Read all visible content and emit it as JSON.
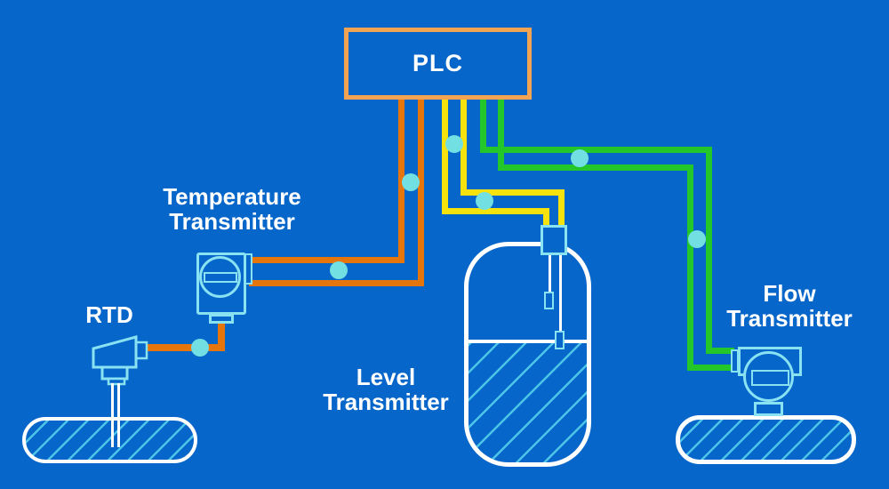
{
  "plc": {
    "label": "PLC"
  },
  "labels": {
    "temperature": {
      "line1": "Temperature",
      "line2": "Transmitter"
    },
    "rtd": {
      "line1": "RTD"
    },
    "level": {
      "line1": "Level",
      "line2": "Transmitter"
    },
    "flow": {
      "line1": "Flow",
      "line2": "Transmitter"
    }
  },
  "connections": [
    {
      "path": "Temperature Transmitter to PLC",
      "wire_color": "orange",
      "signal_dots": 2
    },
    {
      "path": "RTD to Temperature Transmitter",
      "wire_color": "orange",
      "signal_dots": 1
    },
    {
      "path": "Level Transmitter to PLC",
      "wire_color": "yellow",
      "signal_dots": 2
    },
    {
      "path": "Flow Transmitter to PLC",
      "wire_color": "green",
      "signal_dots": 2
    }
  ],
  "colors": {
    "background": "#0766CA",
    "plc_border": "#F2A452",
    "wire_orange": "#E6750C",
    "wire_yellow": "#F6E20C",
    "wire_green": "#24C729",
    "signal_dot": "#72E0E2",
    "device_stroke": "#88E2F2",
    "hatch": "#4CC5E9",
    "tank_stroke": "#FFFFFF",
    "label_text": "#FFFFFF"
  }
}
